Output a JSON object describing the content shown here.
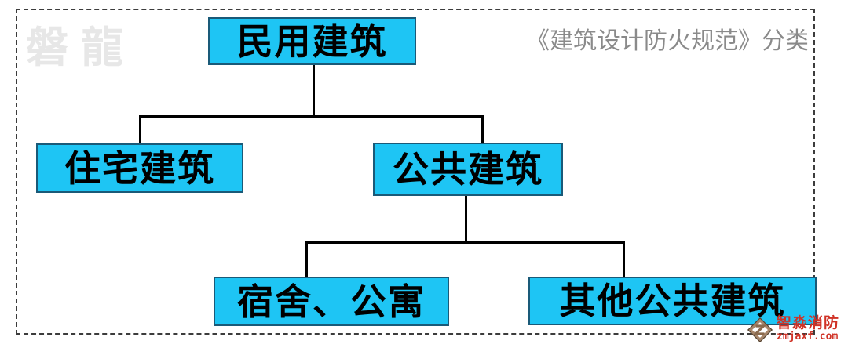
{
  "diagram": {
    "title": "《建筑设计防火规范》分类",
    "watermark": "磐龍",
    "nodes": {
      "root": {
        "label": "民用建筑"
      },
      "residential": {
        "label": "住宅建筑"
      },
      "public": {
        "label": "公共建筑"
      },
      "dormitory": {
        "label": "宿舍、公寓"
      },
      "other_public": {
        "label": "其他公共建筑"
      }
    },
    "edges": [
      {
        "from": "民用建筑",
        "to": "住宅建筑"
      },
      {
        "from": "民用建筑",
        "to": "公共建筑"
      },
      {
        "from": "公共建筑",
        "to": "宿舍、公寓"
      },
      {
        "from": "公共建筑",
        "to": "其他公共建筑"
      }
    ],
    "colors": {
      "node_fill": "#1ec5f4",
      "node_border": "#1a5a78",
      "connector": "#000000",
      "title_text": "#8a8a8a",
      "watermark_text": "#e7e7e7",
      "frame_dash": "#3c3c3c",
      "brand_red": "#d03226",
      "brand_tan": "#a8866a"
    }
  },
  "brand": {
    "name": "智淼消防",
    "site": "zmjaxf.com"
  }
}
